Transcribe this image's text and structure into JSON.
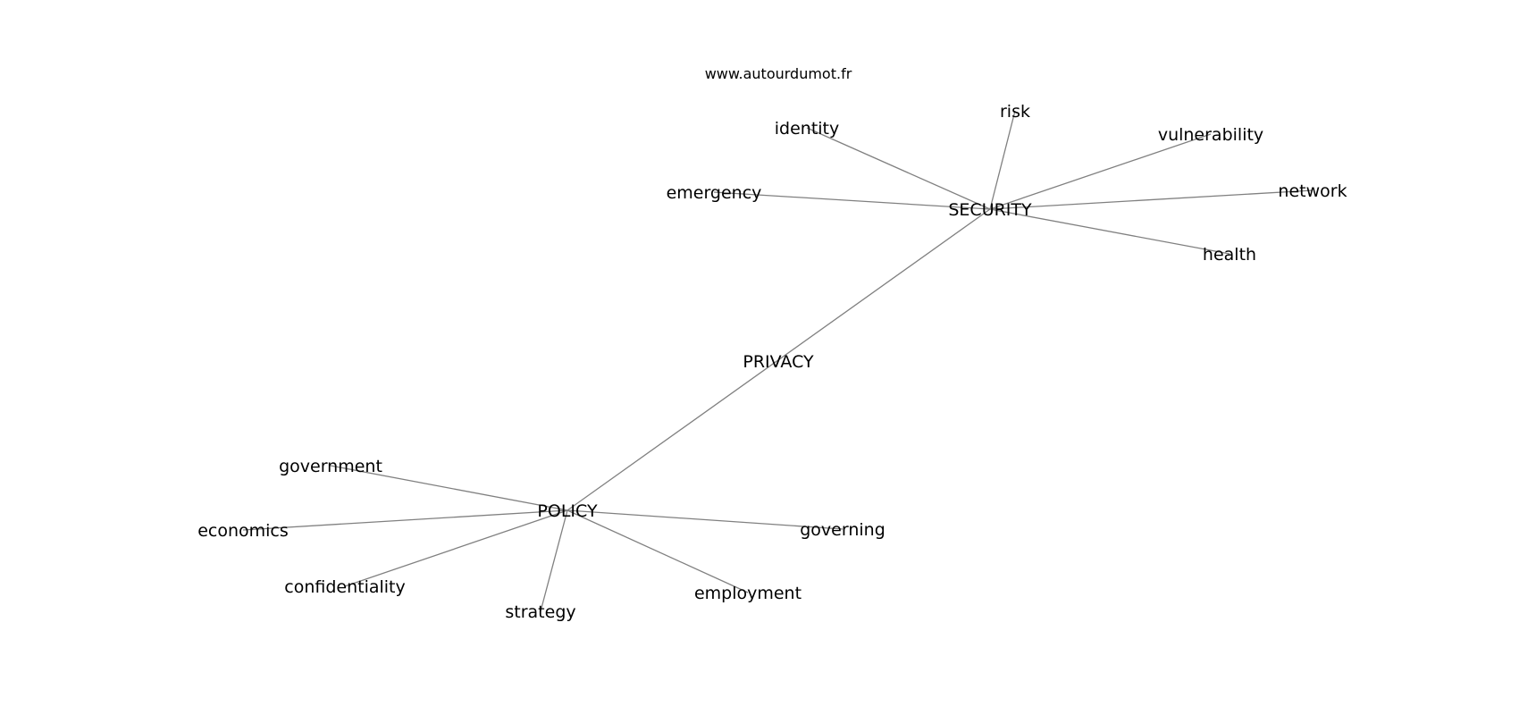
{
  "source": "www.autourdumot.fr",
  "graph": {
    "nodes": [
      {
        "id": "privacy",
        "label": "PRIVACY"
      },
      {
        "id": "security",
        "label": "SECURITY"
      },
      {
        "id": "policy",
        "label": "POLICY"
      },
      {
        "id": "identity",
        "label": "identity"
      },
      {
        "id": "risk",
        "label": "risk"
      },
      {
        "id": "vulnerability",
        "label": "vulnerability"
      },
      {
        "id": "emergency",
        "label": "emergency"
      },
      {
        "id": "network",
        "label": "network"
      },
      {
        "id": "health",
        "label": "health"
      },
      {
        "id": "government",
        "label": "government"
      },
      {
        "id": "economics",
        "label": "economics"
      },
      {
        "id": "confidentiality",
        "label": "confidentiality"
      },
      {
        "id": "strategy",
        "label": "strategy"
      },
      {
        "id": "employment",
        "label": "employment"
      },
      {
        "id": "governing",
        "label": "governing"
      }
    ],
    "edges": [
      [
        "security",
        "policy"
      ],
      [
        "security",
        "identity"
      ],
      [
        "security",
        "risk"
      ],
      [
        "security",
        "vulnerability"
      ],
      [
        "security",
        "emergency"
      ],
      [
        "security",
        "network"
      ],
      [
        "security",
        "health"
      ],
      [
        "policy",
        "government"
      ],
      [
        "policy",
        "economics"
      ],
      [
        "policy",
        "confidentiality"
      ],
      [
        "policy",
        "strategy"
      ],
      [
        "policy",
        "employment"
      ],
      [
        "policy",
        "governing"
      ]
    ]
  }
}
